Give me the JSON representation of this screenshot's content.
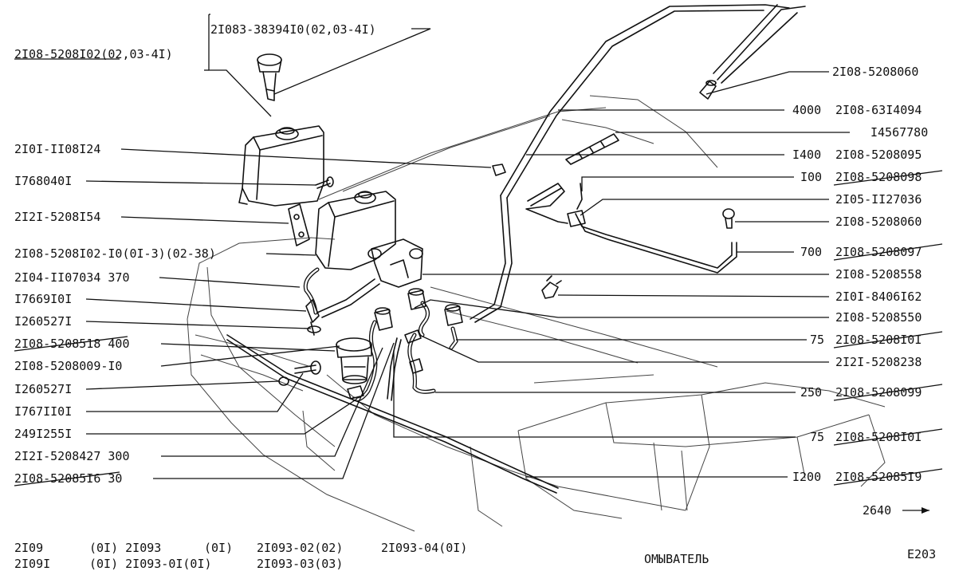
{
  "left_labels": [
    {
      "id": "l01",
      "text": "2I08-5208I02(02,03-4I)",
      "struck": false,
      "underline": true
    },
    {
      "id": "l02",
      "text": "2I0I-II08I24",
      "struck": false,
      "underline": false
    },
    {
      "id": "l03",
      "text": "I768040I",
      "struck": false,
      "underline": false
    },
    {
      "id": "l04",
      "text": "2I2I-5208I54",
      "struck": false,
      "underline": false
    },
    {
      "id": "l05",
      "text": "2I08-5208I02-I0(0I-3)(02-38)",
      "struck": false,
      "underline": false
    },
    {
      "id": "l06",
      "text": "2I04-II07034 370",
      "struck": false,
      "underline": false
    },
    {
      "id": "l07",
      "text": "I7669I0I",
      "struck": false,
      "underline": false
    },
    {
      "id": "l08",
      "text": "I260527I",
      "struck": false,
      "underline": false
    },
    {
      "id": "l09",
      "text": "2I08-5208518 400",
      "struck": true,
      "underline": false
    },
    {
      "id": "l10",
      "text": "2I08-5208009-I0",
      "struck": false,
      "underline": false
    },
    {
      "id": "l11",
      "text": "I260527I",
      "struck": false,
      "underline": false
    },
    {
      "id": "l12",
      "text": "I767II0I",
      "struck": false,
      "underline": false
    },
    {
      "id": "l13",
      "text": "249I255I",
      "struck": false,
      "underline": false
    },
    {
      "id": "l14",
      "text": "2I2I-5208427 300",
      "struck": false,
      "underline": false
    },
    {
      "id": "l15",
      "text": "2I08-52085I6 30",
      "struck": true,
      "underline": false
    }
  ],
  "top_label": {
    "text": "2I083-38394I0(02,03-4I)"
  },
  "right_labels": [
    {
      "id": "r01",
      "qty": "",
      "text": "2I08-5208060",
      "struck": false
    },
    {
      "id": "r02",
      "qty": "4000",
      "text": "2I08-63I4094",
      "struck": false
    },
    {
      "id": "r03",
      "qty": "",
      "text": "I4567780",
      "struck": false
    },
    {
      "id": "r04",
      "qty": "I400",
      "text": "2I08-5208095",
      "struck": false
    },
    {
      "id": "r05",
      "qty": "I00",
      "text": "2I08-5208098",
      "struck": true
    },
    {
      "id": "r06",
      "qty": "",
      "text": "2I05-II27036",
      "struck": false
    },
    {
      "id": "r07",
      "qty": "",
      "text": "2I08-5208060",
      "struck": false
    },
    {
      "id": "r08",
      "qty": "700",
      "text": "2I08-5208097",
      "struck": true
    },
    {
      "id": "r09",
      "qty": "",
      "text": "2I08-5208558",
      "struck": false
    },
    {
      "id": "r10",
      "qty": "",
      "text": "2I0I-8406I62",
      "struck": false
    },
    {
      "id": "r11",
      "qty": "",
      "text": "2I08-5208550",
      "struck": false
    },
    {
      "id": "r12",
      "qty": "75",
      "text": "2I08-5208I0I",
      "struck": true
    },
    {
      "id": "r13",
      "qty": "",
      "text": "2I2I-5208238",
      "struck": false
    },
    {
      "id": "r14",
      "qty": "250",
      "text": "2I08-5208099",
      "struck": true
    },
    {
      "id": "r15",
      "qty": "75",
      "text": "2I08-5208I0I",
      "struck": true
    },
    {
      "id": "r16",
      "qty": "I200",
      "text": "2I08-52085I9",
      "struck": true
    }
  ],
  "page_ref": {
    "text": "2640"
  },
  "models": {
    "row1": [
      "2I09",
      "(0I) 2I093",
      "(0I)",
      "2I093-02(02)",
      "2I093-04(0I)"
    ],
    "row2": [
      "2I09I",
      "(0I) 2I093-0I(0I)",
      "2I093-03(03)"
    ]
  },
  "caption": "ОМЫВАТЕЛЬ",
  "page_code": "Е203"
}
